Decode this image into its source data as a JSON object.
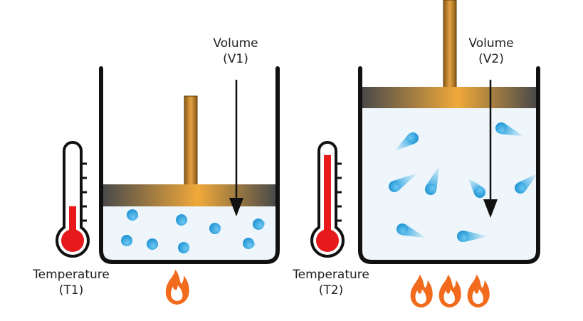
{
  "left_setup": {
    "volume_label": "Volume",
    "volume_symbol": "(V1)",
    "temperature_label": "Temperature",
    "temperature_symbol": "(T1)",
    "thermometer_level": 0.33,
    "flame_count": 1
  },
  "right_setup": {
    "volume_label": "Volume",
    "volume_symbol": "(V2)",
    "temperature_label": "Temperature",
    "temperature_symbol": "(T2)",
    "thermometer_level": 0.95,
    "flame_count": 3
  },
  "colors": {
    "container_stroke": "#111111",
    "piston_dark": "#4a4a4a",
    "piston_gold": "#f0a93a",
    "gas_fill": "#eef6fb",
    "molecule": "#29a3e0",
    "thermometer_red": "#e8191a",
    "flame_orange": "#f26a1b",
    "flame_yellow": "#fbb03b"
  }
}
